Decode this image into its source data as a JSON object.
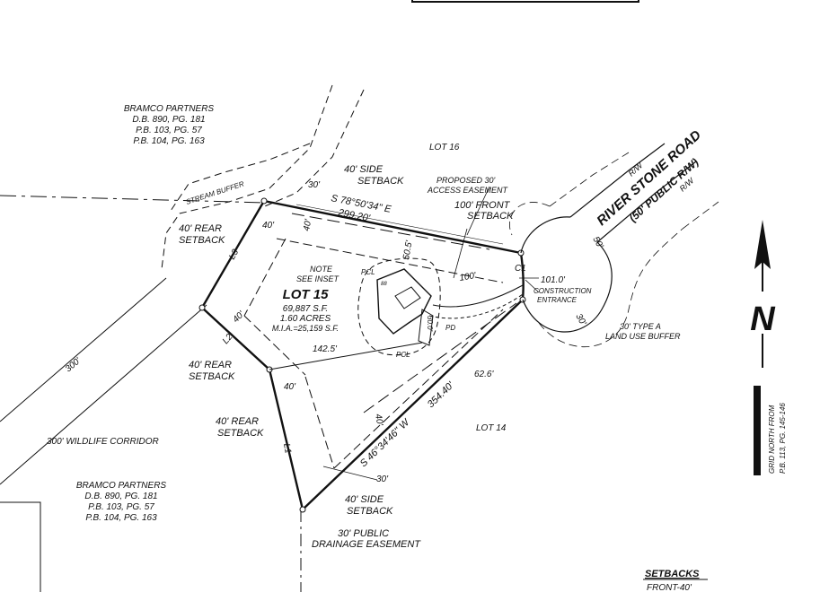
{
  "owners": {
    "north": [
      "BRAMCO PARTNERS",
      "D.B. 890, PG. 181",
      "P.B. 103, PG. 57",
      "P.B. 104, PG. 163"
    ],
    "south": [
      "BRAMCO PARTNERS",
      "D.B. 890, PG. 181",
      "P.B. 103, PG. 57",
      "P.B. 104, PG. 163"
    ]
  },
  "lots": {
    "lot16": "LOT 16",
    "lot14": "LOT 14",
    "lot15": [
      "LOT 15",
      "69,887 S.F.",
      "1.60 ACRES",
      "M.I.A.=25,159 S.F."
    ]
  },
  "road": {
    "name": "RIVER STONE ROAD",
    "subtitle": "(50' PUBLIC R/W)",
    "rw1": "R/W",
    "rw2": "R/W",
    "width": "50'"
  },
  "labels": {
    "stream_buffer": "STREAM BUFFER",
    "wildlife": "300' WILDLIFE CORRIDOR",
    "corridor_dim": "300'",
    "side_setback_top": [
      "40' SIDE",
      "SETBACK"
    ],
    "side_setback_bottom": [
      "40' SIDE",
      "SETBACK"
    ],
    "rear_setback_1": [
      "40' REAR",
      "SETBACK"
    ],
    "rear_setback_2": [
      "40' REAR",
      "SETBACK"
    ],
    "rear_setback_3": [
      "40' REAR",
      "SETBACK"
    ],
    "access_easement": [
      "PROPOSED 30'",
      "ACCESS EASEMENT"
    ],
    "front_setback": [
      "100' FRONT",
      "SETBACK"
    ],
    "note": [
      "NOTE",
      "SEE INSET"
    ],
    "construction": [
      "CONSTRUCTION",
      "ENTRANCE"
    ],
    "buffer": [
      "30' TYPE A",
      "LAND USE BUFFER"
    ],
    "drainage": [
      "30' PUBLIC",
      "DRAINAGE EASEMENT"
    ],
    "north_bearing": "S 78°50'34\" E",
    "north_dist": "299.20'",
    "south_bearing": "S 46°34'46\" W",
    "south_dist": "354.40'",
    "d_30_top": "30'",
    "d_40_a": "40'",
    "d_40_b": "40'",
    "d_40_c": "40'",
    "d_40_d": "40'",
    "d_40_e": "40'",
    "d_505": "50.5'",
    "d_100": "100'",
    "d_1010": "101.0'",
    "d_30_buffer": "30'",
    "d_1425": "142.5'",
    "d_626": "62.6'",
    "d_30_bottom": "30'",
    "d_30_pd": "30.0'",
    "pcl1": "PCL",
    "pcl2": "PCL",
    "pd": "PD",
    "house": "88",
    "c1": "C1",
    "l1": "L1",
    "l2": "L2",
    "l3": "L3"
  },
  "north_arrow": {
    "letter": "N",
    "note": [
      "GRID NORTH FROM",
      "P.B. 113, PG. 145-146"
    ]
  },
  "setbacks": {
    "title": "SETBACKS",
    "front": "FRONT-40'"
  }
}
